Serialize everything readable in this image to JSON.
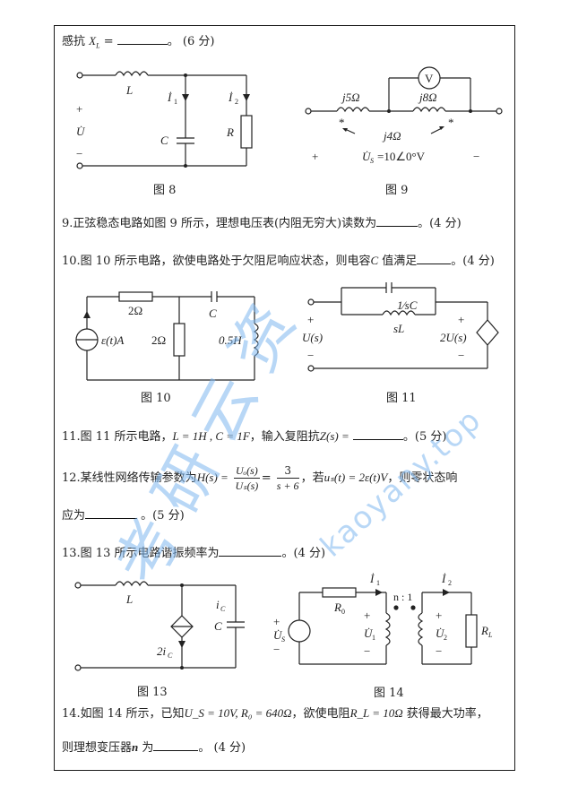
{
  "document": {
    "q8_tail": {
      "prefix": "感抗",
      "var": "X",
      "sub": "L",
      "eq": " =",
      "suffix": "。 (6 分)"
    },
    "fig8": {
      "caption": "图 8",
      "labels": {
        "L": "L",
        "I1": "İ",
        "I1_sub": "1",
        "I2": "İ",
        "I2_sub": "2",
        "C": "C",
        "R": "R",
        "plus": "+",
        "U": "U̇",
        "minus": "−"
      }
    },
    "fig9": {
      "caption": "图 9",
      "labels": {
        "X1": "j5Ω",
        "X2": "j8Ω",
        "M": "j4Ω",
        "meter": "V",
        "dot1": "*",
        "dot2": "*",
        "plus": "+",
        "minus": "−",
        "source": "U̇",
        "source_sub": "S",
        "source_val": "=10∠0°V"
      }
    },
    "q9": {
      "text": "9.正弦稳态电路如图 9 所示，理想电压表(内阻无穷大)读数为",
      "suffix": "。(4 分)"
    },
    "q10": {
      "text": "10.图 10 所示电路，欲使电路处于欠阻尼响应状态，则电容",
      "var": "C",
      "text2": " 值满足",
      "suffix": "。(4 分)"
    },
    "fig10": {
      "caption": "图 10",
      "labels": {
        "R1": "2Ω",
        "R2": "2Ω",
        "C": "C",
        "L": "0.5H",
        "source": "ε(t)A"
      }
    },
    "fig11": {
      "caption": "图 11",
      "labels": {
        "Zc": "1⁄sC",
        "Zl": "sL",
        "plus1": "+",
        "U": "U(s)",
        "minus1": "−",
        "plus2": "+",
        "dep": "2U(s)",
        "minus2": "−"
      }
    },
    "q11": {
      "text": "11.图 11 所示电路，",
      "cond": "L = 1H , C = 1F",
      "text2": "，输入复阻抗",
      "var": "Z(s) =",
      "suffix": "。(5 分)"
    },
    "q12": {
      "text": "12.某线性网络传输参数为",
      "var": "H(s) =",
      "num1": "Uₒ(s)",
      "den1": "Uₛ(s)",
      "eq": "=",
      "num2": "3",
      "den2": "s + 6",
      "text2": "，若",
      "input": "uₛ(t) = 2ε(t)V",
      "text3": "，则零状态响",
      "line2": "应为",
      "suffix": " 。(5 分)"
    },
    "q13": {
      "text": "13.图 13 所示电路谐振频率为",
      "suffix": "。(4 分)"
    },
    "fig13": {
      "caption": "图 13",
      "labels": {
        "L": "L",
        "ic": "i",
        "ic_sub": "C",
        "C": "C",
        "dep": "2i",
        "dep_sub": "C"
      }
    },
    "fig14": {
      "caption": "图 14",
      "labels": {
        "I1": "İ",
        "I1_sub": "1",
        "I2": "İ",
        "I2_sub": "2",
        "ratio": "n : 1",
        "R0": "R",
        "R0_sub": "0",
        "plus_s": "+",
        "Us": "U̇",
        "Us_sub": "S",
        "minus_s": "−",
        "plus1": "+",
        "U1": "U̇",
        "U1_sub": "1",
        "minus1": "−",
        "plus2": "+",
        "U2": "U̇",
        "U2_sub": "2",
        "minus2": "−",
        "RL": "R",
        "RL_sub": "L"
      }
    },
    "q14": {
      "text": "14.如图  14  所示，已知",
      "given": "U_S = 10V, R₀ = 640Ω",
      "text2": "，欲使电阻",
      "rl": "R_L = 10Ω",
      "text3": " 获得最大功率，",
      "line2": "则理想变压器",
      "var": "n",
      "text4": " 为",
      "suffix": "。  (4 分)"
    }
  },
  "watermark": {
    "cn": "考研云资",
    "url": "kaoyany.top",
    "color": "#7fb8f0"
  }
}
